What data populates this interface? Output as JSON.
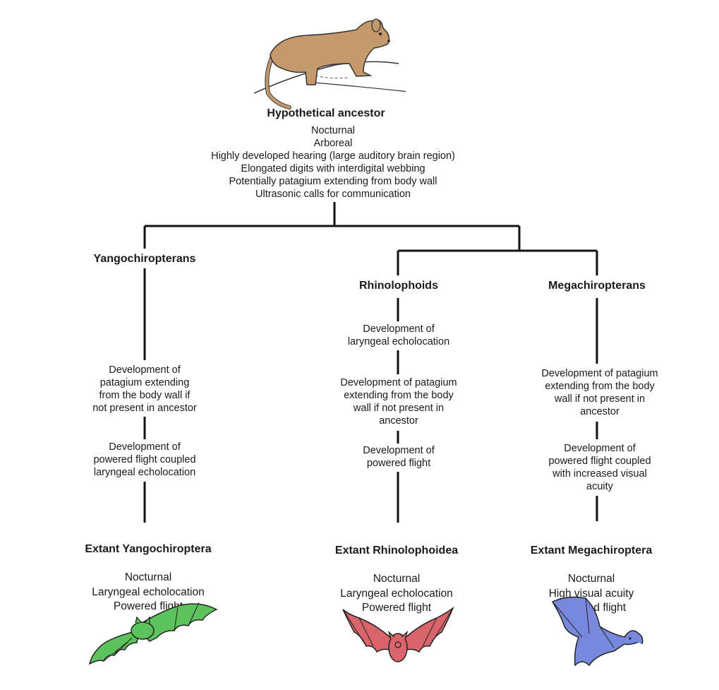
{
  "ancestor": {
    "title": "Hypothetical ancestor",
    "traits": "Nocturnal\nArboreal\nHighly developed hearing (large auditory brain region)\nElongated digits with interdigital webbing\nPotentially patagium extending from body wall\nUltrasonic calls for communication"
  },
  "yango": {
    "label": "Yangochiropterans",
    "step1": "Development of\npatagium extending\nfrom the body wall if\nnot present in ancestor",
    "step2": "Development of\npowered flight coupled\nlaryngeal echolocation",
    "extant_title": "Extant Yangochiroptera",
    "extant_traits": "Nocturnal\nLaryngeal  echolocation\nPowered flight"
  },
  "rhino": {
    "label": "Rhinolophoids",
    "step1": "Development of\nlaryngeal echolocation",
    "step2": "Development of patagium\nextending from the body\nwall if not present in\nancestor",
    "step3": "Development of\npowered flight",
    "extant_title": "Extant Rhinolophoidea",
    "extant_traits": "Nocturnal\nLaryngeal  echolocation\nPowered flight"
  },
  "mega": {
    "label": "Megachiropterans",
    "step1": "Development of patagium\nextending from the body\nwall if not present in\nancestor",
    "step2": "Development of\npowered flight coupled\nwith increased visual\nacuity",
    "extant_title": "Extant Megachiroptera",
    "extant_traits": "Nocturnal\nHigh visual acuity\nPowered flight"
  },
  "colors": {
    "ancestor_fur": "#c49a6c",
    "yango_bat": "#5cc25c",
    "rhino_bat": "#d9646c",
    "mega_bat": "#7888dc",
    "line": "#111111"
  },
  "icons": [
    "ancestor-mammal-icon",
    "green-bat-icon",
    "red-bat-icon",
    "blue-bat-icon"
  ]
}
